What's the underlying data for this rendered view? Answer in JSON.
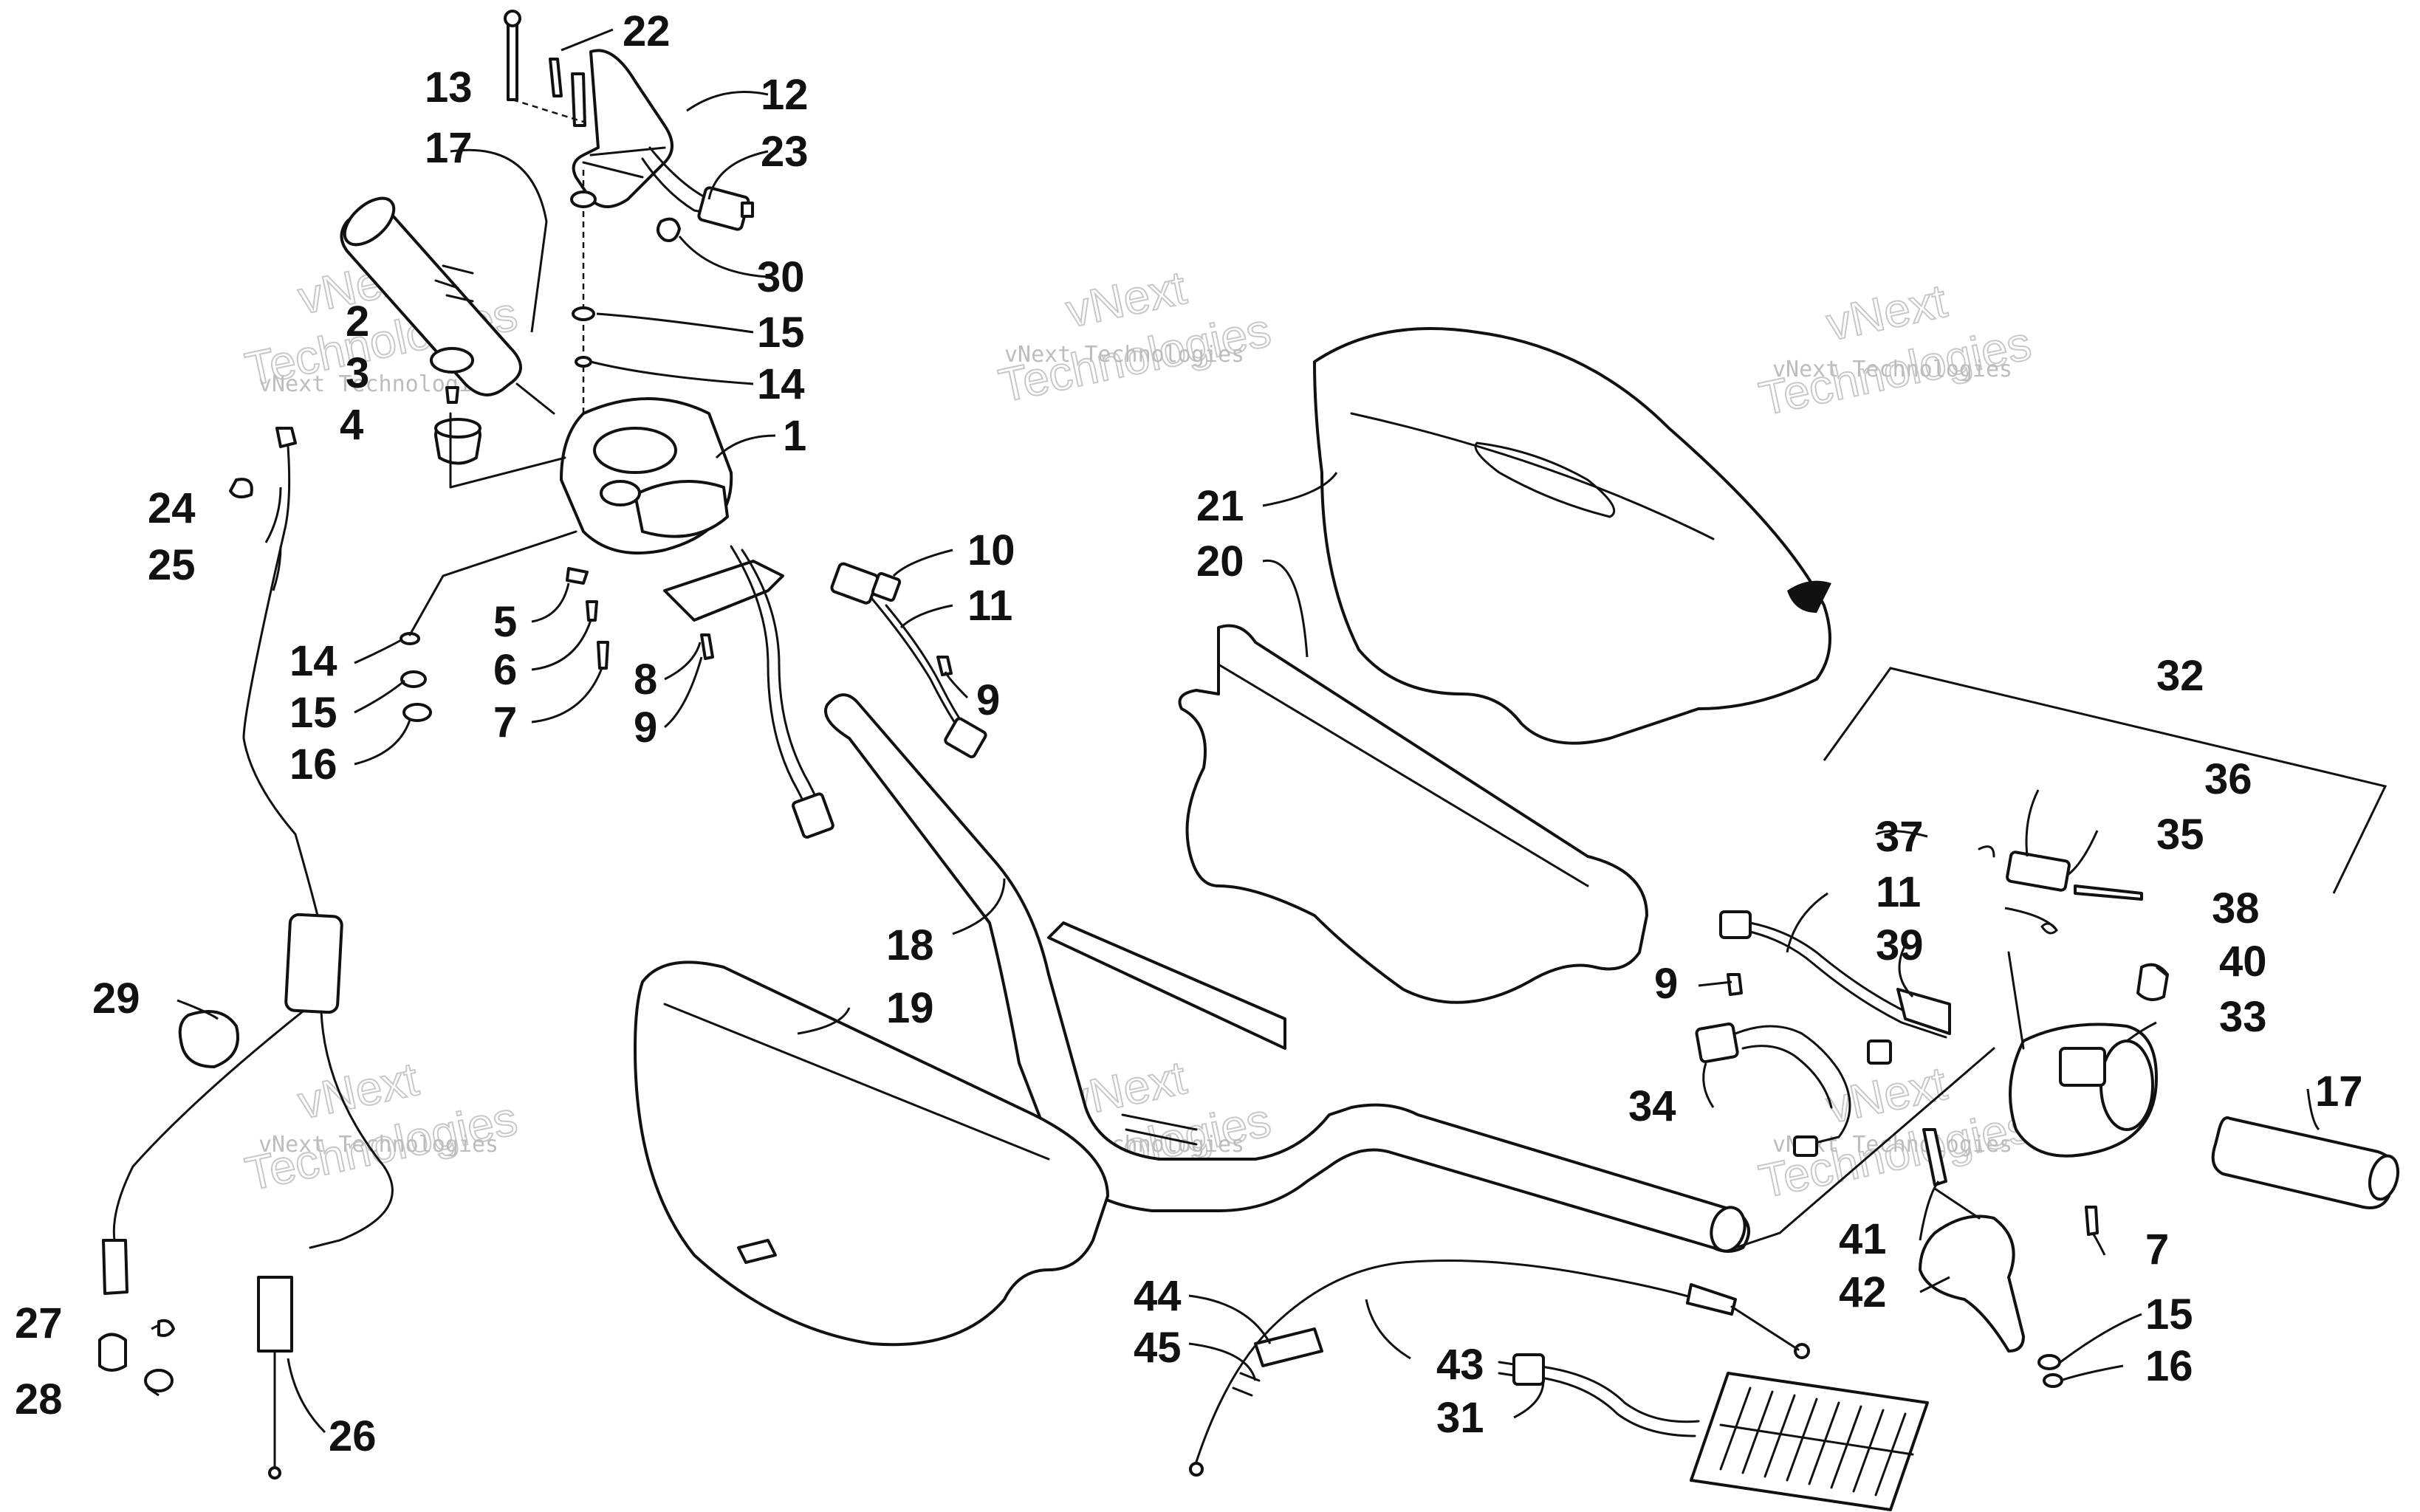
{
  "watermarks": [
    {
      "line1": "vNext",
      "line2": "Technologies",
      "line3": "vNext Technologies"
    },
    {
      "line1": "vNext",
      "line2": "Technologies",
      "line3": "vNext Technologies"
    },
    {
      "line1": "vNext",
      "line2": "Technologies",
      "line3": "vNext Technologies"
    },
    {
      "line1": "vNext",
      "line2": "Technologies",
      "line3": "vNext Technologies"
    },
    {
      "line1": "vNext",
      "line2": "Technologies",
      "line3": "vNext Technologies"
    },
    {
      "line1": "vNext",
      "line2": "Technologies",
      "line3": "vNext Technologies"
    }
  ],
  "callouts": [
    {
      "id": "c22",
      "label": "22"
    },
    {
      "id": "c13",
      "label": "13"
    },
    {
      "id": "c12",
      "label": "12"
    },
    {
      "id": "c17a",
      "label": "17"
    },
    {
      "id": "c23",
      "label": "23"
    },
    {
      "id": "c30",
      "label": "30"
    },
    {
      "id": "c2",
      "label": "2"
    },
    {
      "id": "c15a",
      "label": "15"
    },
    {
      "id": "c3",
      "label": "3"
    },
    {
      "id": "c14a",
      "label": "14"
    },
    {
      "id": "c4",
      "label": "4"
    },
    {
      "id": "c1",
      "label": "1"
    },
    {
      "id": "c24",
      "label": "24"
    },
    {
      "id": "c25",
      "label": "25"
    },
    {
      "id": "c10",
      "label": "10"
    },
    {
      "id": "c11a",
      "label": "11"
    },
    {
      "id": "c5",
      "label": "5"
    },
    {
      "id": "c14b",
      "label": "14"
    },
    {
      "id": "c6",
      "label": "6"
    },
    {
      "id": "c8",
      "label": "8"
    },
    {
      "id": "c15b",
      "label": "15"
    },
    {
      "id": "c7a",
      "label": "7"
    },
    {
      "id": "c9a",
      "label": "9"
    },
    {
      "id": "c9b",
      "label": "9"
    },
    {
      "id": "c16a",
      "label": "16"
    },
    {
      "id": "c21",
      "label": "21"
    },
    {
      "id": "c20",
      "label": "20"
    },
    {
      "id": "c32",
      "label": "32"
    },
    {
      "id": "c36",
      "label": "36"
    },
    {
      "id": "c37",
      "label": "37"
    },
    {
      "id": "c35",
      "label": "35"
    },
    {
      "id": "c11b",
      "label": "11"
    },
    {
      "id": "c38",
      "label": "38"
    },
    {
      "id": "c18",
      "label": "18"
    },
    {
      "id": "c39",
      "label": "39"
    },
    {
      "id": "c29",
      "label": "29"
    },
    {
      "id": "c19",
      "label": "19"
    },
    {
      "id": "c9c",
      "label": "9"
    },
    {
      "id": "c40",
      "label": "40"
    },
    {
      "id": "c33",
      "label": "33"
    },
    {
      "id": "c34",
      "label": "34"
    },
    {
      "id": "c17b",
      "label": "17"
    },
    {
      "id": "c41",
      "label": "41"
    },
    {
      "id": "c7b",
      "label": "7"
    },
    {
      "id": "c42",
      "label": "42"
    },
    {
      "id": "c44",
      "label": "44"
    },
    {
      "id": "c15c",
      "label": "15"
    },
    {
      "id": "c27",
      "label": "27"
    },
    {
      "id": "c45",
      "label": "45"
    },
    {
      "id": "c43",
      "label": "43"
    },
    {
      "id": "c16b",
      "label": "16"
    },
    {
      "id": "c28",
      "label": "28"
    },
    {
      "id": "c31",
      "label": "31"
    },
    {
      "id": "c26",
      "label": "26"
    }
  ]
}
